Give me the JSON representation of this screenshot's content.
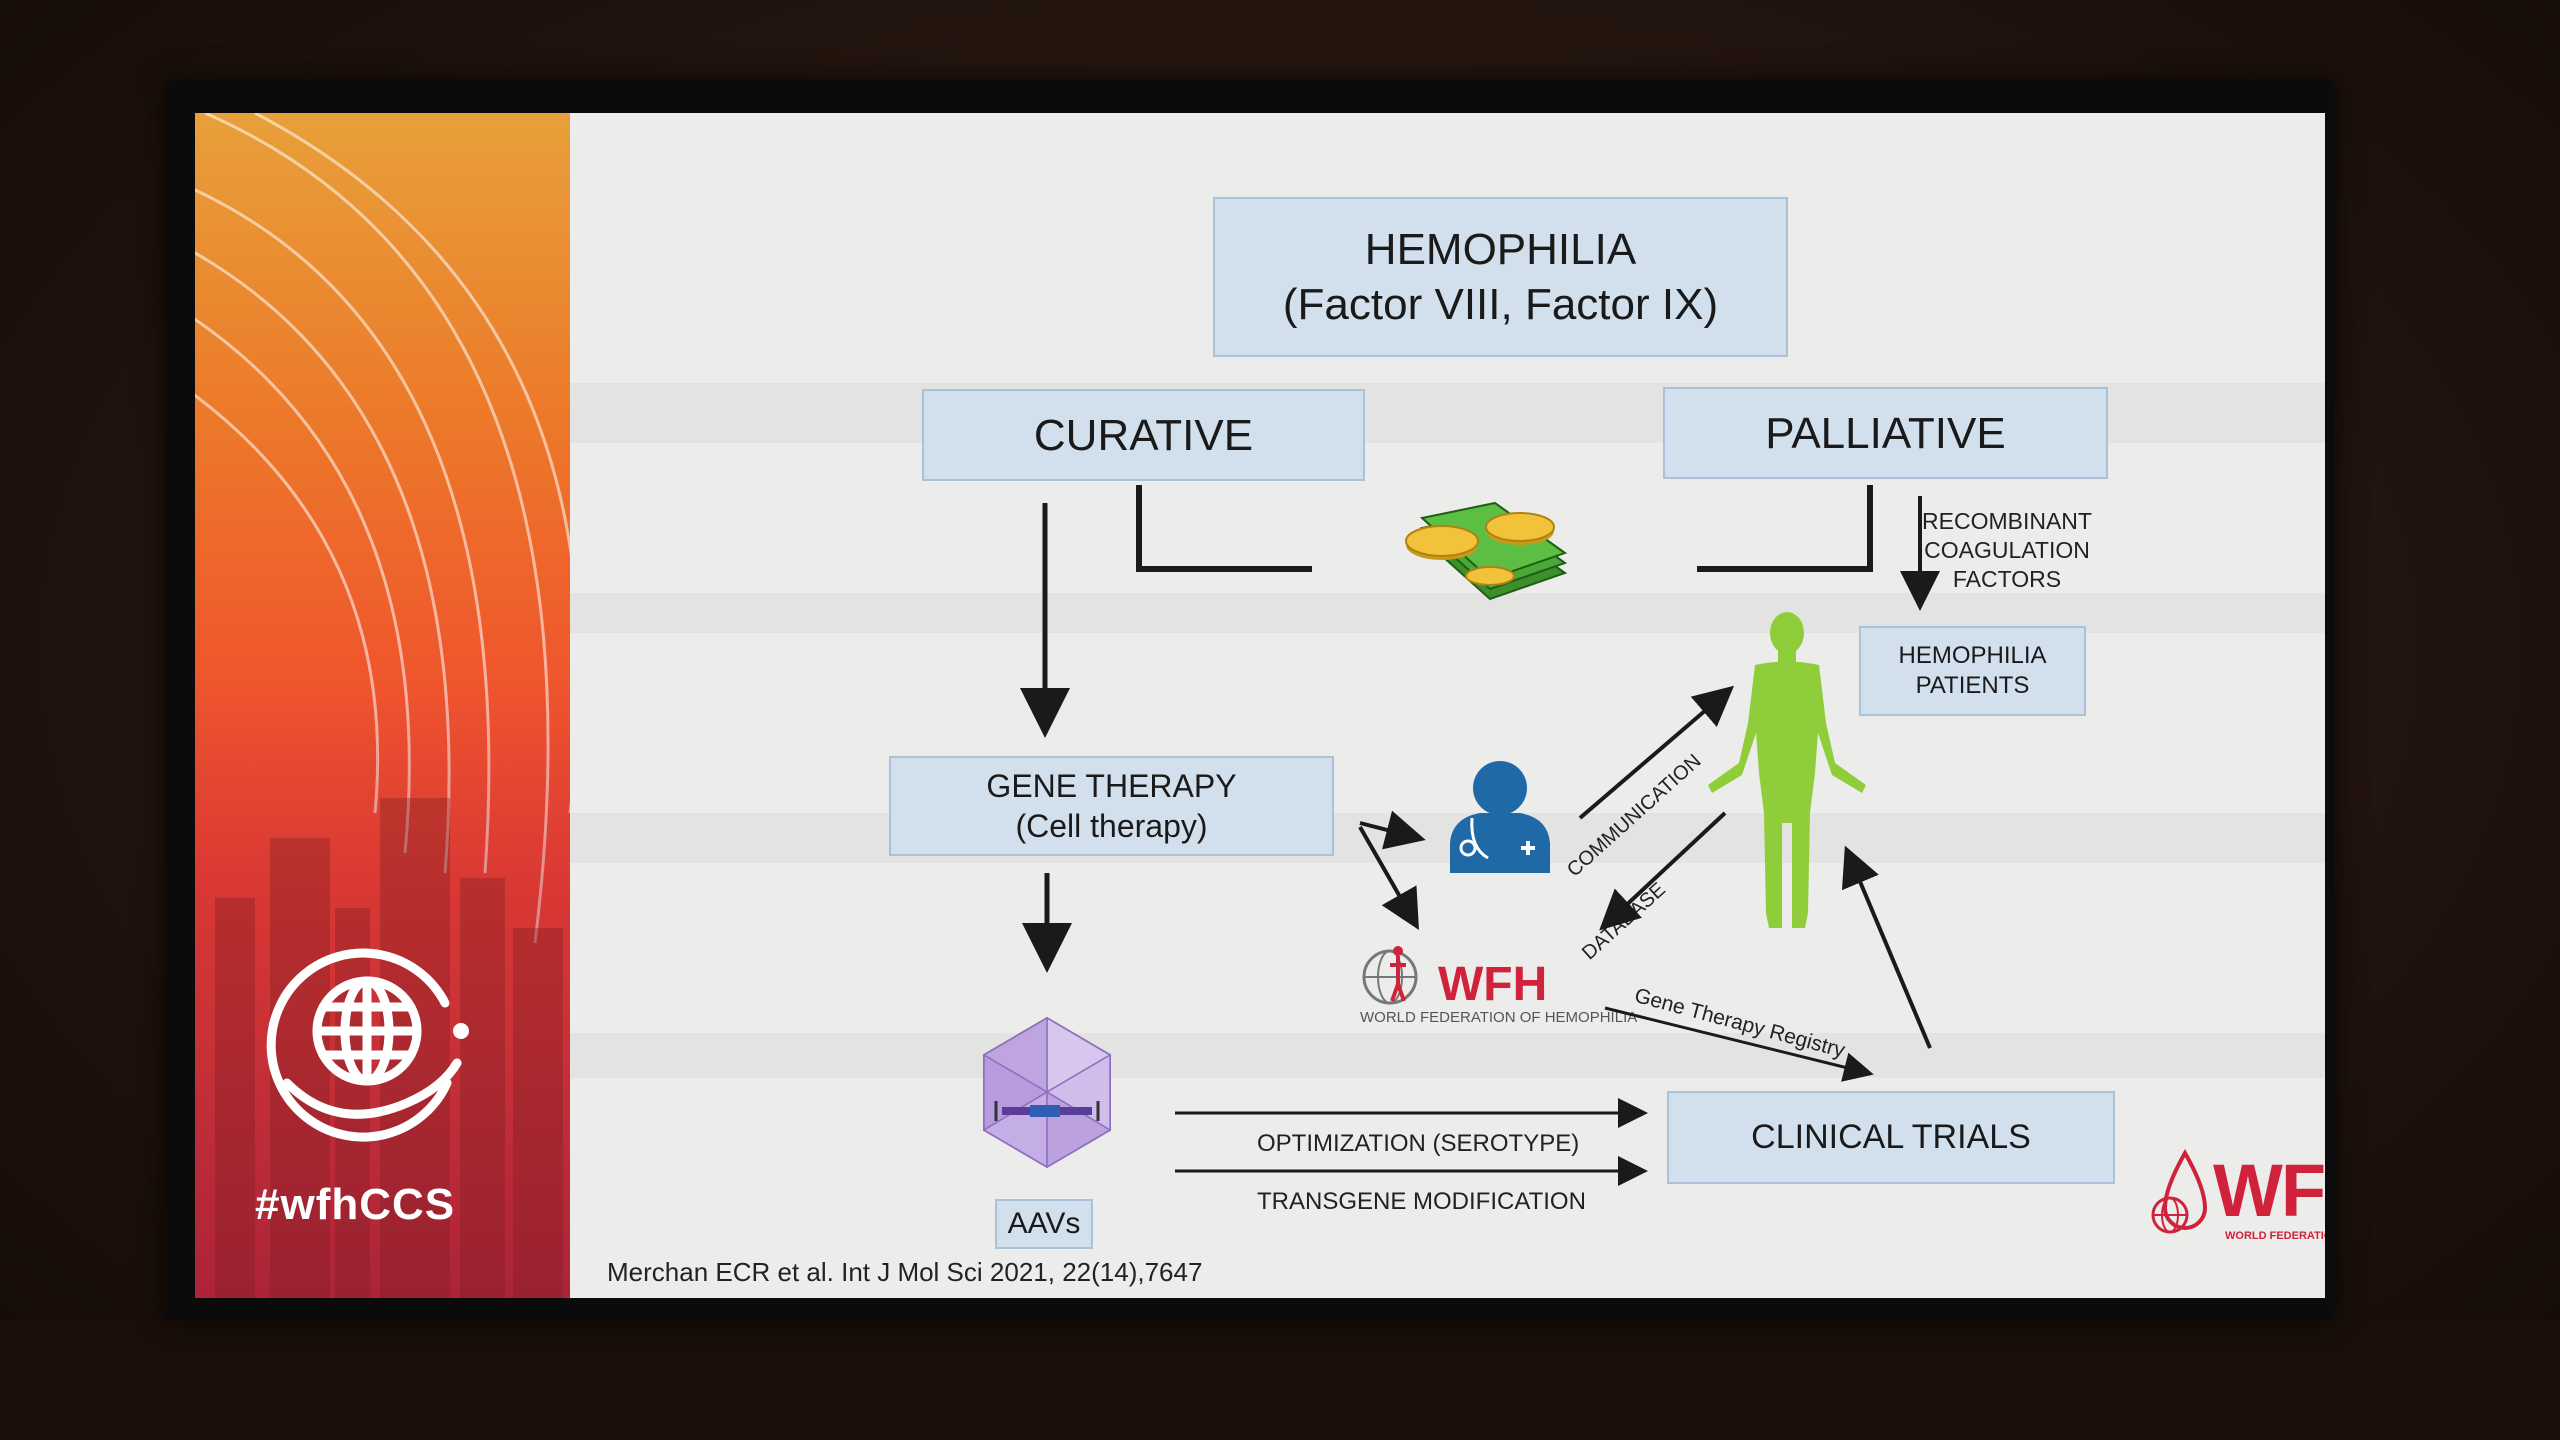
{
  "diagram": {
    "title": "HEMOPHILIA",
    "subtitle": "(Factor VIII, Factor IX)",
    "curative": "CURATIVE",
    "palliative": "PALLIATIVE",
    "recombinant_label": [
      "RECOMBINANT",
      "COAGULATION",
      "FACTORS"
    ],
    "patients_box": [
      "HEMOPHILIA",
      "PATIENTS"
    ],
    "gene_therapy": "GENE THERAPY",
    "cell_therapy": "(Cell therapy)",
    "communication": "COMMUNICATION",
    "database": "DATABASE",
    "registry": "Gene Therapy Registry",
    "optimization": "OPTIMIZATION (SEROTYPE)",
    "transgene": "TRANSGENE MODIFICATION",
    "clinical_trials": "CLINICAL TRIALS",
    "aavs": "AAVs"
  },
  "wfh_small_logo": {
    "name": "WFH",
    "tagline": "WORLD FEDERATION OF HEMOPHILIA"
  },
  "wfh_corner_logo": {
    "name": "WFH",
    "tagline": "WORLD FEDERATION OF HEMOPHILIA"
  },
  "left_panel": {
    "hashtag": "#wfhCCS"
  },
  "citation": "Merchan ECR et al. Int J Mol Sci 2021, 22(14),7647",
  "colors": {
    "box_fill": "#d2e0ee",
    "box_border": "#a9c2da",
    "human_figure": "#8fce3a",
    "doctor": "#1f6aa6",
    "wfh_red": "#d0223a",
    "panel_gradient": [
      "#e8a03a",
      "#ef5a2c",
      "#e0344a"
    ]
  },
  "icons": [
    "money-icon",
    "doctor-icon",
    "human-figure-icon",
    "aav-capsid-icon",
    "wfh-logo",
    "wfh-ccs-globe-hand-icon"
  ]
}
